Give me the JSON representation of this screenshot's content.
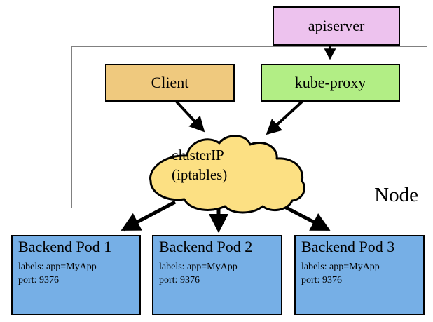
{
  "diagram": {
    "type": "kubernetes-service-topology",
    "container": {
      "label": "Node"
    },
    "nodes": [
      {
        "id": "apiserver",
        "label": "apiserver",
        "shape": "box",
        "color": "#EDC2EE"
      },
      {
        "id": "client",
        "label": "Client",
        "shape": "box",
        "color": "#EFC97E"
      },
      {
        "id": "kube-proxy",
        "label": "kube-proxy",
        "shape": "box",
        "color": "#B2EE85"
      },
      {
        "id": "clusterip",
        "label_line_1": "clusterIP",
        "label_line_2": "(iptables)",
        "shape": "cloud",
        "color": "#FCE083"
      }
    ],
    "pods": [
      {
        "title": "Backend Pod 1",
        "labels": "labels: app=MyApp",
        "port": "port: 9376",
        "color": "#76AFE6"
      },
      {
        "title": "Backend Pod 2",
        "labels": "labels: app=MyApp",
        "port": "port: 9376",
        "color": "#76AFE6"
      },
      {
        "title": "Backend Pod 3",
        "labels": "labels: app=MyApp",
        "port": "port: 9376",
        "color": "#76AFE6"
      }
    ],
    "edges": [
      {
        "from": "apiserver",
        "to": "kube-proxy"
      },
      {
        "from": "client",
        "to": "clusterip"
      },
      {
        "from": "kube-proxy",
        "to": "clusterip"
      },
      {
        "from": "clusterip",
        "to": "Backend Pod 1"
      },
      {
        "from": "clusterip",
        "to": "Backend Pod 2"
      },
      {
        "from": "clusterip",
        "to": "Backend Pod 3"
      }
    ],
    "colors": {
      "stroke": "#000000",
      "container_border": "#808080",
      "background": "#ffffff"
    }
  }
}
